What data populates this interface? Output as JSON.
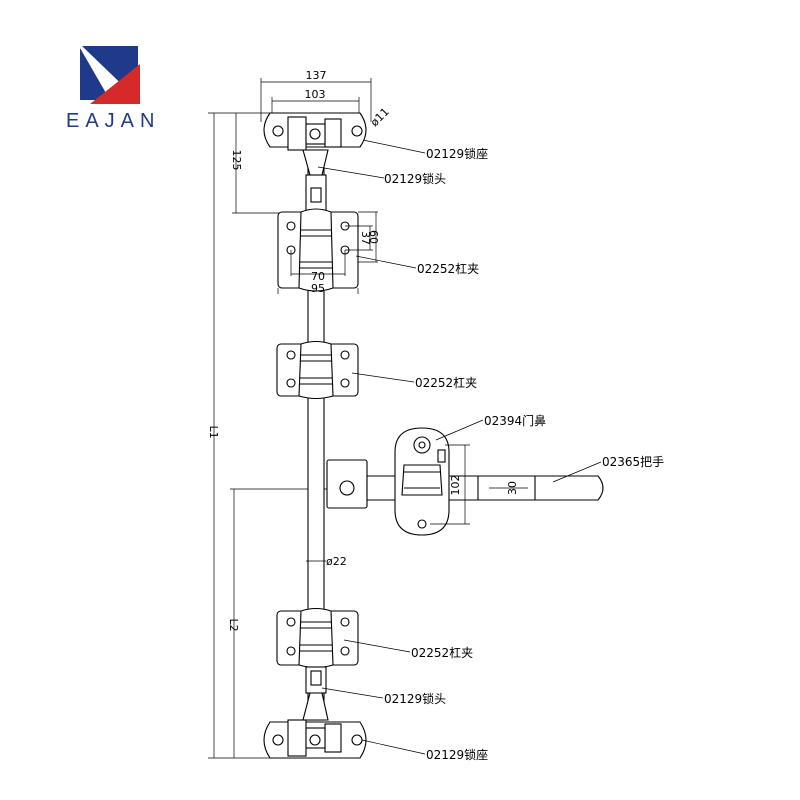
{
  "logo": {
    "text": "EAJAN",
    "colors": {
      "blue": "#1f3a8a",
      "red": "#d42a2a"
    }
  },
  "dimensions": {
    "top_outer_width": "137",
    "top_inner_width": "103",
    "hole_dia": "ø11",
    "seat_height": "125",
    "clamp_inner_height": "37",
    "clamp_outer_height": "60",
    "clamp_inner_width": "70",
    "clamp_outer_width": "95",
    "nose_height": "102",
    "handle_width": "30",
    "bar_dia": "ø22",
    "overall_length": "L1",
    "lower_length": "L2"
  },
  "labels": {
    "lock_seat_top": "02129锁座",
    "lock_head_top": "02129锁头",
    "clamp_1": "02252杠夹",
    "clamp_2": "02252杠夹",
    "door_nose": "02394门鼻",
    "handle": "02365把手",
    "clamp_3": "02252杠夹",
    "lock_head_bottom": "02129锁头",
    "lock_seat_bottom": "02129锁座"
  }
}
